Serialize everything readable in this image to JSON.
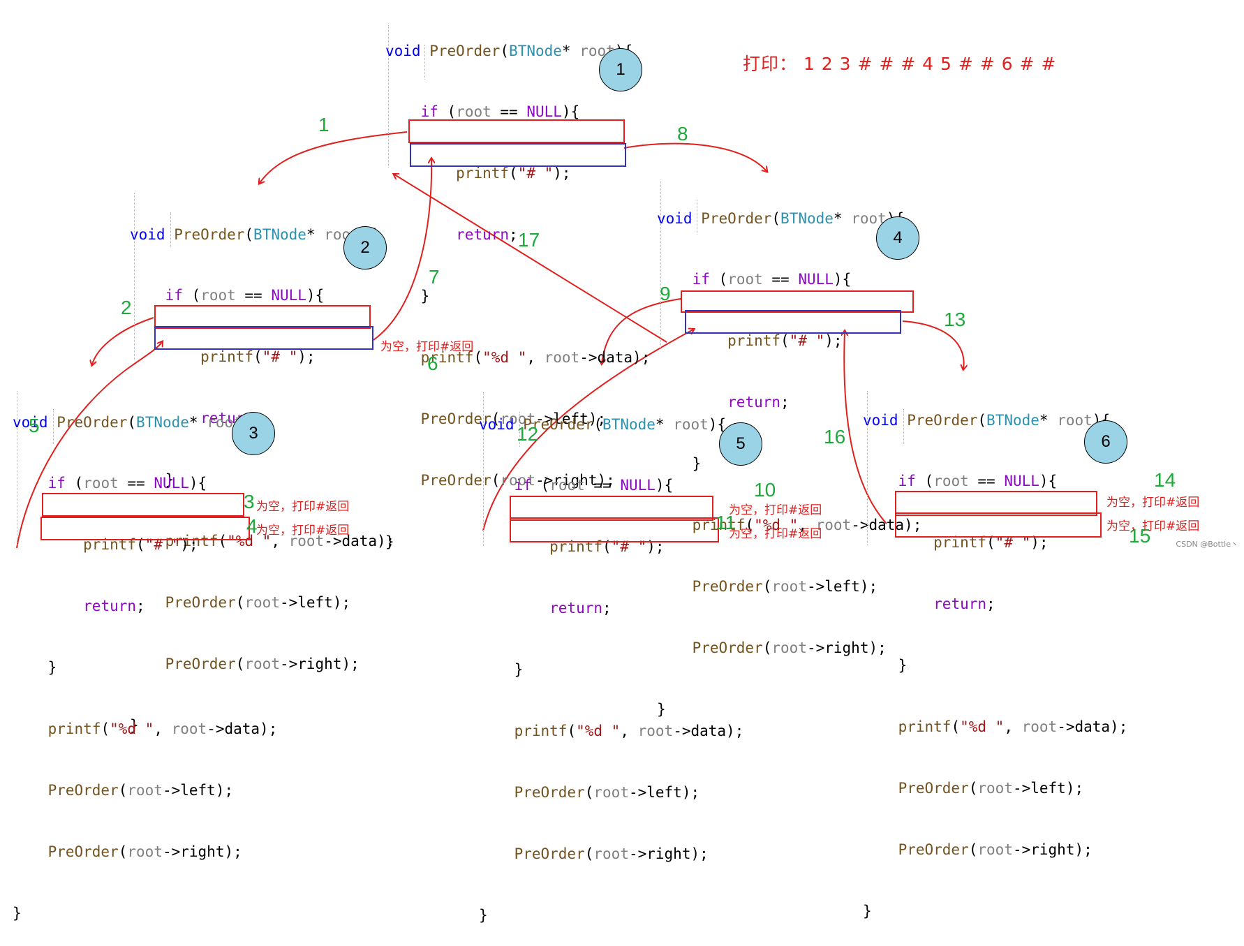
{
  "print_line": "打印：  1 2 3 # # # 4 5 # # 6 # #",
  "code": {
    "sig_void": "void",
    "sig_fn": "PreOrder",
    "sig_open": "(",
    "sig_type": "BTNode",
    "sig_rest": "* ",
    "sig_var": "root",
    "sig_close": "){",
    "if_kw": "if",
    "if_open": " (",
    "if_var": "root",
    "if_eq": " == ",
    "if_null": "NULL",
    "if_close": "){",
    "printf_fn": "printf",
    "printf_open": "(",
    "printf_hash": "\"# \"",
    "printf_close": ");",
    "return_kw": "return",
    "semi": ";",
    "brace_close": "}",
    "printf_d": "\"%d \"",
    "comma": ", ",
    "arrow_data": "->data);",
    "call_fn": "PreOrder",
    "call_var": "root",
    "left_rest": "->left);",
    "right_rest": "->right);"
  },
  "circles": [
    "1",
    "2",
    "3",
    "4",
    "5",
    "6"
  ],
  "steps": [
    "1",
    "2",
    "3",
    "4",
    "5",
    "6",
    "7",
    "8",
    "9",
    "10",
    "11",
    "12",
    "13",
    "14",
    "15",
    "16",
    "17"
  ],
  "notes": {
    "empty_return": "为空，打印#返回"
  },
  "colors": {
    "arrow": "#e0201e",
    "step_number": "#1eaa3a",
    "circle_fill": "#9bd3e6",
    "box_left": "#e0201e",
    "box_right": "#3333bb"
  },
  "watermark": "CSDN @Bottle丶"
}
